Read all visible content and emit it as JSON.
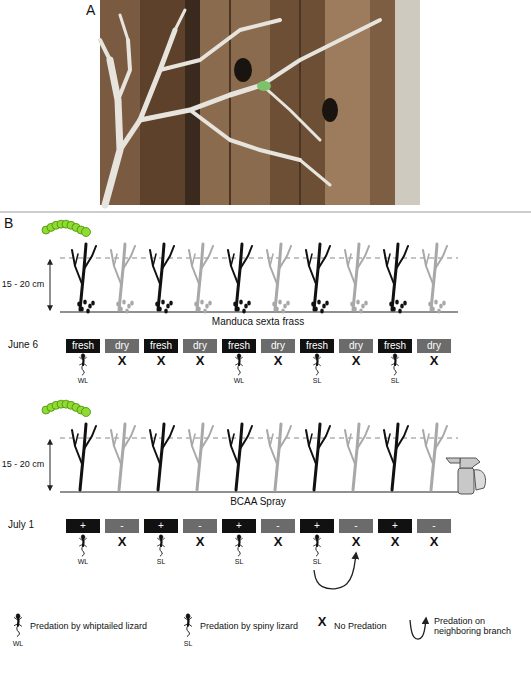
{
  "diagram": {
    "nodes": [
      {
        "text": [
          "fresh"
        ]
      },
      {
        "text": [
          "dry"
        ]
      },
      {
        "text": [
          "fresh"
        ]
      },
      {
        "text": [
          "dry"
        ]
      },
      {
        "text": [
          "fresh"
        ]
      },
      {
        "text": [
          "dry"
        ]
      },
      {
        "text": [
          "fresh"
        ]
      },
      {
        "text": [
          "dry"
        ]
      },
      {
        "text": [
          "fresh"
        ]
      },
      {
        "text": [
          "dry"
        ]
      },
      {
        "text": [
          "+"
        ]
      },
      {
        "text": [
          "-"
        ]
      },
      {
        "text": [
          "+"
        ]
      },
      {
        "text": [
          "-"
        ]
      },
      {
        "text": [
          "+"
        ]
      },
      {
        "text": [
          "-"
        ]
      },
      {
        "text": [
          "+"
        ]
      },
      {
        "text": [
          "-"
        ]
      },
      {
        "text": [
          "+"
        ]
      },
      {
        "text": [
          "-"
        ]
      }
    ],
    "labels": [
      "A",
      "B",
      "15 - 20 cm",
      "Manduca sexta frass",
      "June 6",
      "WL",
      "X",
      "X",
      "X",
      "WL",
      "X",
      "SL",
      "X",
      "SL",
      "X",
      "15 - 20 cm",
      "BCAA Spray",
      "July 1",
      "WL",
      "X",
      "SL",
      "X",
      "SL",
      "X",
      "SL",
      "X",
      "X",
      "X",
      "WL",
      "SL",
      "X"
    ],
    "legend": [
      {
        "text": "Predation by whiptailed lizard"
      },
      {
        "text": "Predation by spiny lizard"
      },
      {
        "text": "No Predation"
      },
      {
        "text": "Predation on neighboring branch"
      }
    ]
  }
}
